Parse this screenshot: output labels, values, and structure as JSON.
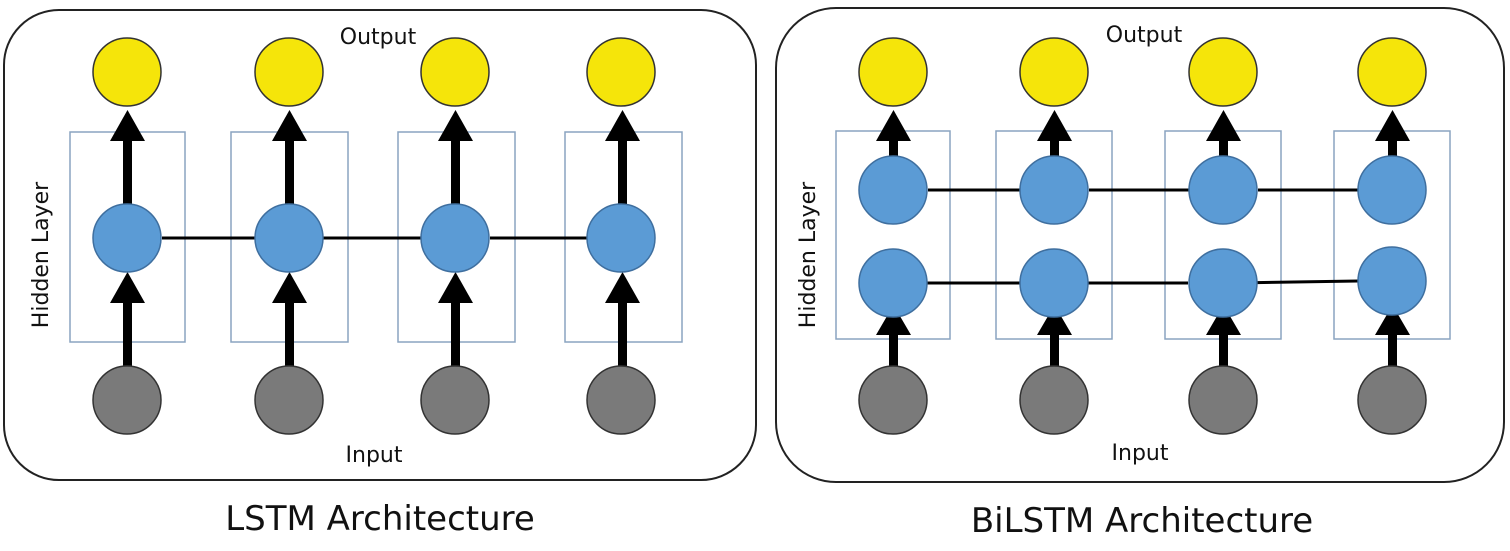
{
  "lstm": {
    "caption": "LSTM Architecture",
    "output_label": "Output",
    "input_label": "Input",
    "hidden_label": "Hidden Layer"
  },
  "bilstm": {
    "caption": "BiLSTM Architecture",
    "output_label": "Output",
    "input_label": "Input",
    "hidden_label": "Hidden Layer"
  },
  "colors": {
    "output_node": "#f5e50a",
    "hidden_node": "#5b9bd5",
    "input_node": "#7a7a7a",
    "cell_border": "#8aa4c0",
    "panel_border": "#222222",
    "arrow": "#000000"
  }
}
